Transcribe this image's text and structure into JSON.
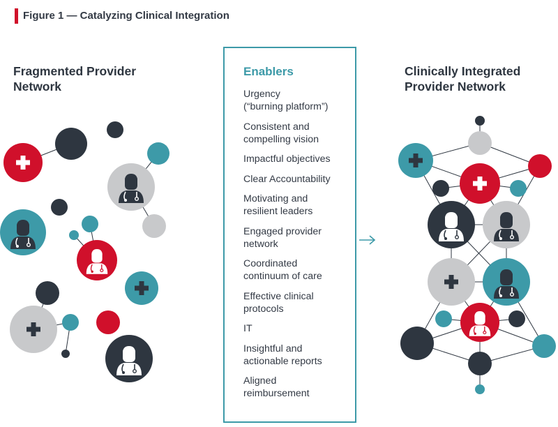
{
  "figure_title": "Figure 1 — Catalyzing Clinical Integration",
  "left_title": [
    "Fragmented Provider",
    "Network"
  ],
  "right_title": [
    "Clinically Integrated",
    "Provider Network"
  ],
  "enablers": {
    "heading": "Enablers",
    "items": [
      [
        "Urgency",
        "(“burning platform”)"
      ],
      [
        "Consistent and",
        "compelling vision"
      ],
      [
        "Impactful objectives"
      ],
      [
        "Clear Accountability"
      ],
      [
        "Motivating and",
        "resilient leaders"
      ],
      [
        "Engaged provider",
        "network"
      ],
      [
        "Coordinated",
        "continuum of care"
      ],
      [
        "Effective clinical",
        "protocols"
      ],
      [
        "IT"
      ],
      [
        "Insightful and",
        "actionable reports"
      ],
      [
        "Aligned",
        "reimbursement"
      ]
    ]
  },
  "colors": {
    "red": "#d0102b",
    "teal": "#3d9aa8",
    "navy": "#2e3640",
    "gray": "#c8c9cb",
    "accent": "#3d9aa8"
  },
  "icons": [
    "plus-icon",
    "doctor-icon",
    "arrow-right-icon"
  ]
}
